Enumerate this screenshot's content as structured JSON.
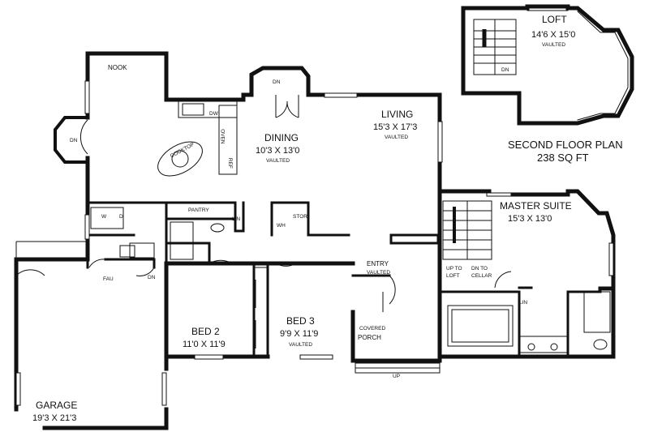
{
  "second_floor": {
    "title": "SECOND FLOOR PLAN",
    "area": "238 SQ FT",
    "loft": {
      "name": "LOFT",
      "dims": "14'6 X 15'0",
      "note": "VAULTED",
      "stair": "DN"
    }
  },
  "rooms": {
    "nook": {
      "name": "NOOK"
    },
    "nook_bay": {
      "label": "DN"
    },
    "dining_bay": {
      "label": "DN"
    },
    "kitchen": {
      "cooktop": "COOKTOP",
      "dw": "DW",
      "oven": "OVEN",
      "ref": "REF"
    },
    "dining": {
      "name": "DINING",
      "dims": "10'3 X 13'0",
      "note": "VAULTED"
    },
    "living": {
      "name": "LIVING",
      "dims": "15'3 X 17'3",
      "note": "VAULTED"
    },
    "pantry": {
      "name": "PANTRY"
    },
    "lin1": {
      "name": "LIN"
    },
    "stor": {
      "name": "STOR",
      "wh": "WH"
    },
    "laundry": {
      "w": "W",
      "d": "D"
    },
    "fau": {
      "name": "FAU"
    },
    "side_entry": {
      "label": "DN"
    },
    "entry": {
      "name": "ENTRY",
      "note": "VAULTED"
    },
    "porch": {
      "name": "COVERED",
      "name2": "PORCH",
      "up": "UP"
    },
    "bed2": {
      "name": "BED 2",
      "dims": "11'0 X 11'9"
    },
    "bed3": {
      "name": "BED 3",
      "dims": "9'9 X 11'9",
      "note": "VAULTED"
    },
    "garage": {
      "name": "GARAGE",
      "dims": "19'3 X 21'3"
    },
    "stairs": {
      "up": "UP TO",
      "up2": "LOFT",
      "dn": "DN TO",
      "dn2": "CELLAR"
    },
    "master": {
      "name": "MASTER SUITE",
      "dims": "15'3 X 13'0"
    },
    "lin2": {
      "name": "LIN"
    }
  }
}
